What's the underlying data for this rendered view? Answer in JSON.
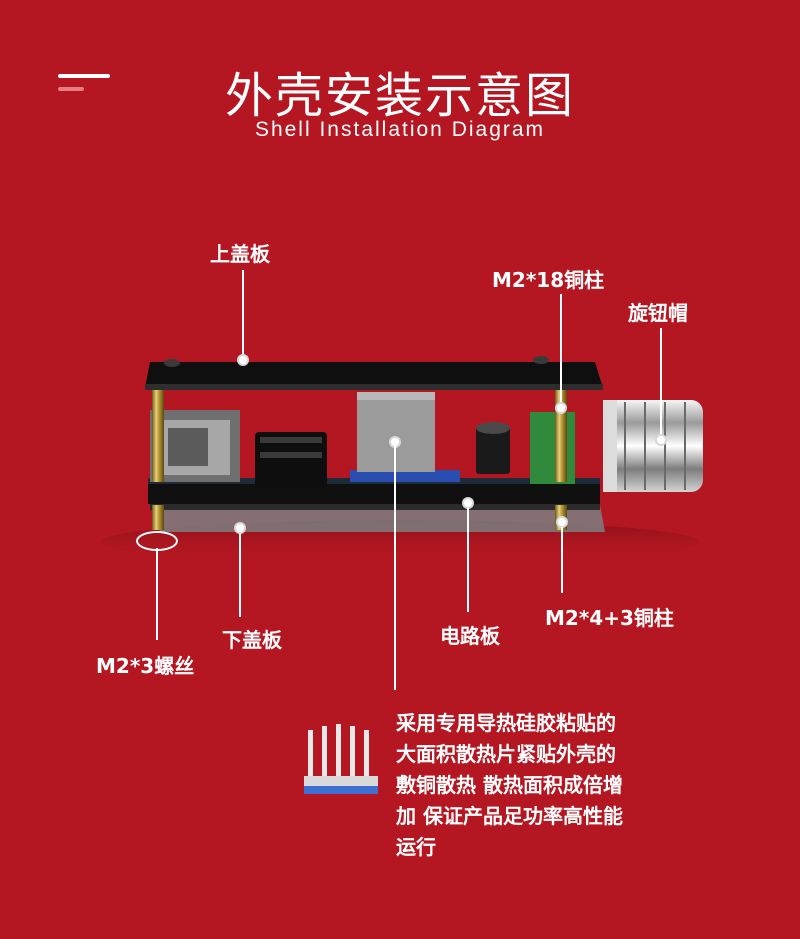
{
  "header": {
    "title_cn": "外壳安装示意图",
    "title_en": "Shell Installation Diagram"
  },
  "labels": {
    "top_cover": "上盖板",
    "copper_pillar_18": "M2*18铜柱",
    "knob_cap": "旋钮帽",
    "copper_pillar_4_3": "M2*4+3铜柱",
    "circuit_board": "电路板",
    "bottom_cover": "下盖板",
    "screw": "M2*3螺丝"
  },
  "description": {
    "lines": [
      "采用专用导热硅胶粘贴的",
      "大面积散热片紧贴外壳的",
      "敷铜散热 散热面积成倍增",
      "加 保证产品足功率高性能",
      "运行"
    ]
  },
  "colors": {
    "background": "#b51722",
    "heatsink_base": "#3f6fd0"
  }
}
